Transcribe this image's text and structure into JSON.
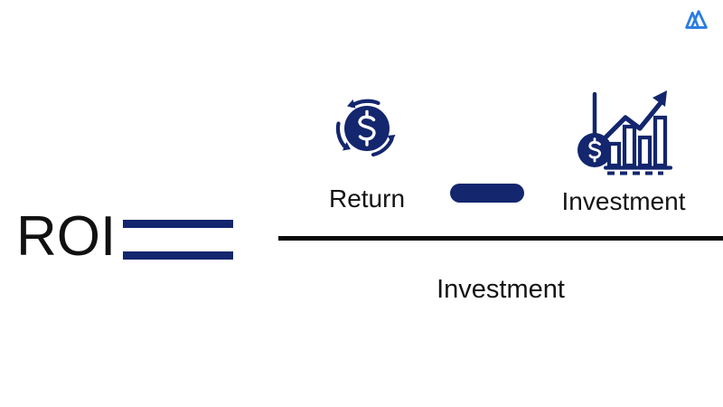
{
  "brand": {
    "logo_icon": "mountain-logo-icon",
    "color": "#2b7de0"
  },
  "formula": {
    "result_label": "ROI",
    "equals_icon": "equals-sign-icon",
    "operator_icon": "minus-sign-icon",
    "numerator": {
      "terms": [
        {
          "label": "Return",
          "icon": "return-on-investment-icon"
        },
        {
          "label": "Investment",
          "icon": "investment-growth-chart-icon"
        }
      ],
      "operator": "minus"
    },
    "denominator": {
      "label": "Investment"
    }
  },
  "colors": {
    "navy": "#13266e",
    "icon_navy": "#13266e",
    "text": "#141414",
    "rule": "#0a0a0a",
    "background": "#ffffff",
    "brand_blue": "#2b7de0"
  }
}
